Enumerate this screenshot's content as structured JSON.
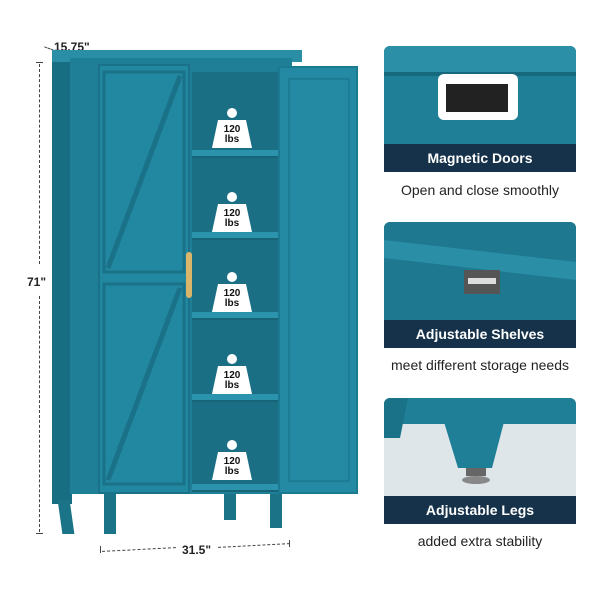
{
  "dimensions": {
    "depth": "15.75\"",
    "height": "71\"",
    "width": "31.5\""
  },
  "shelf_weights": [
    {
      "value": "120",
      "unit": "lbs"
    },
    {
      "value": "120",
      "unit": "lbs"
    },
    {
      "value": "120",
      "unit": "lbs"
    },
    {
      "value": "120",
      "unit": "lbs"
    },
    {
      "value": "120",
      "unit": "lbs"
    }
  ],
  "features": [
    {
      "title": "Magnetic Doors",
      "caption": "Open and close smoothly"
    },
    {
      "title": "Adjustable Shelves",
      "caption": "meet different storage needs"
    },
    {
      "title": "Adjustable Legs",
      "caption": "added extra stability"
    }
  ],
  "colors": {
    "cabinet": "#1f7f96",
    "label_bar": "#16324a",
    "handle": "#d9b66a"
  }
}
